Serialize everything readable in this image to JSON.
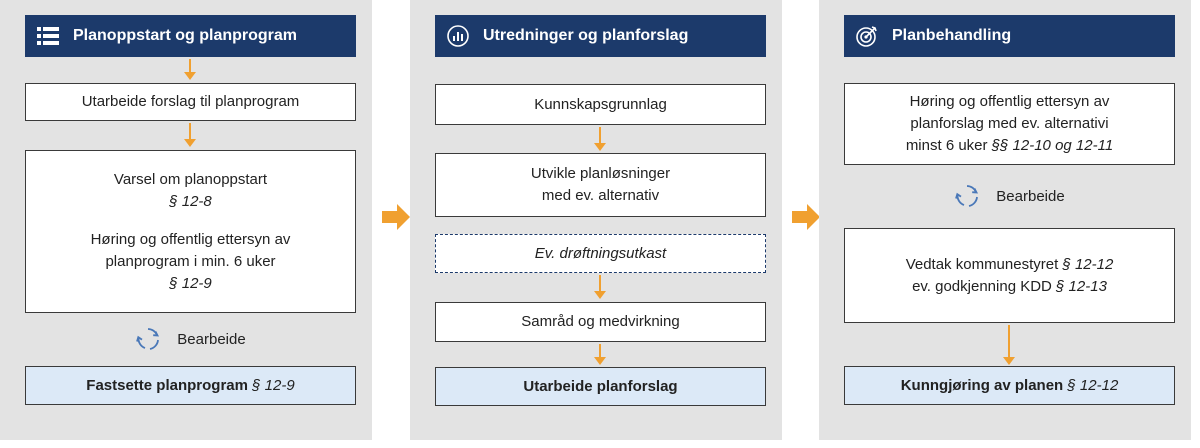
{
  "colors": {
    "header_bg": "#1c3a6b",
    "arrow": "#f0a030",
    "final_bg": "#dce9f7",
    "column_bg": "#e3e3e3"
  },
  "columns": [
    {
      "title": "Planoppstart og planprogram",
      "icon": "list-icon",
      "box1": "Utarbeide forslag til planprogram",
      "box2_line1": "Varsel om planoppstart",
      "box2_line2": "§ 12-8",
      "box2_line3": "Høring og offentlig ettersyn av",
      "box2_line4": "planprogram i min. 6 uker",
      "box2_line5": "§ 12-9",
      "cycle_label": "Bearbeide",
      "final_main": "Fastsette planprogram",
      "final_ref": "§ 12-9"
    },
    {
      "title": "Utredninger og planforslag",
      "icon": "bar-chart-icon",
      "box1": "Kunnskapsgrunnlag",
      "box2_line1": "Utvikle planløsninger",
      "box2_line2": "med ev. alternativ",
      "box3": "Ev. drøftningsutkast",
      "box4": "Samråd og medvirkning",
      "final_main": "Utarbeide planforslag"
    },
    {
      "title": "Planbehandling",
      "icon": "target-icon",
      "box1_line1": "Høring og offentlig ettersyn av",
      "box1_line2": "planforslag med ev. alternativi",
      "box1_line3_plain": "minst 6 uker ",
      "box1_line3_ref": "§§ 12-10 og 12-11",
      "cycle_label": "Bearbeide",
      "box2_line1_plain": "Vedtak kommunestyret ",
      "box2_line1_ref": "§ 12-12",
      "box2_line2_plain": "ev. godkjenning KDD ",
      "box2_line2_ref": "§ 12-13",
      "final_main": "Kunngjøring av planen",
      "final_ref": "§ 12-12"
    }
  ]
}
